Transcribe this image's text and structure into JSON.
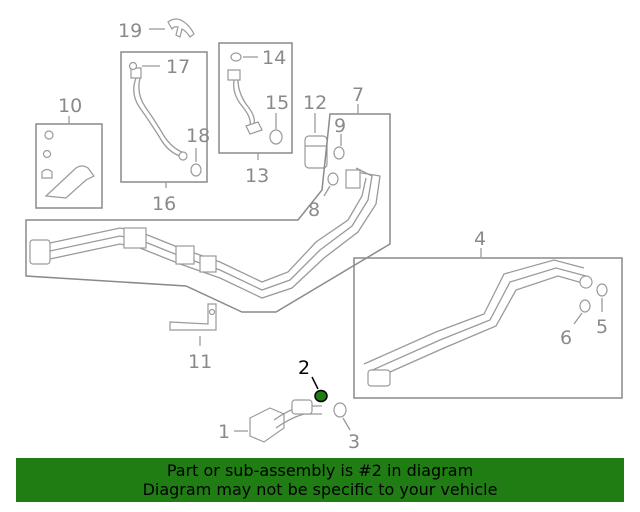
{
  "callouts": {
    "c1": "1",
    "c2": "2",
    "c3": "3",
    "c4": "4",
    "c5": "5",
    "c6": "6",
    "c7": "7",
    "c8": "8",
    "c9": "9",
    "c10": "10",
    "c11": "11",
    "c12": "12",
    "c13": "13",
    "c14": "14",
    "c15": "15",
    "c16": "16",
    "c17": "17",
    "c18": "18",
    "c19": "19"
  },
  "highlight_part": "2",
  "colors": {
    "highlight_fill": "#1f7d14",
    "banner_bg": "#1f7d14",
    "line_art": "#9a9a9a"
  },
  "banner": {
    "line1": "Part or sub-assembly is #2 in diagram",
    "line2": "Diagram may not be specific to your vehicle"
  }
}
